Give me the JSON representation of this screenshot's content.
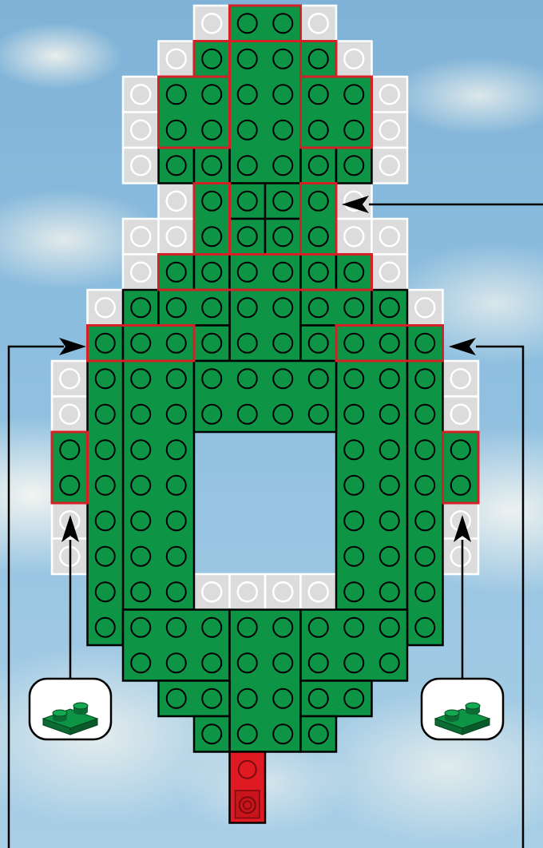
{
  "colors": {
    "green": "#0e9445",
    "red": "#e01a22",
    "white_plate": "#dcdcdc",
    "red_outline": "#d42026",
    "sky": "#8cbedf"
  },
  "parts": {
    "green_plate": "green",
    "white_plate": "white",
    "red_plate": "red",
    "red_jumper_tile": "red"
  },
  "callouts": [
    {
      "icon": "green-1x2-plate-icon",
      "side": "left"
    },
    {
      "icon": "green-1x2-plate-icon",
      "side": "right"
    }
  ],
  "pointers": [
    "left-pointer",
    "right-pointer",
    "center-pointer"
  ]
}
